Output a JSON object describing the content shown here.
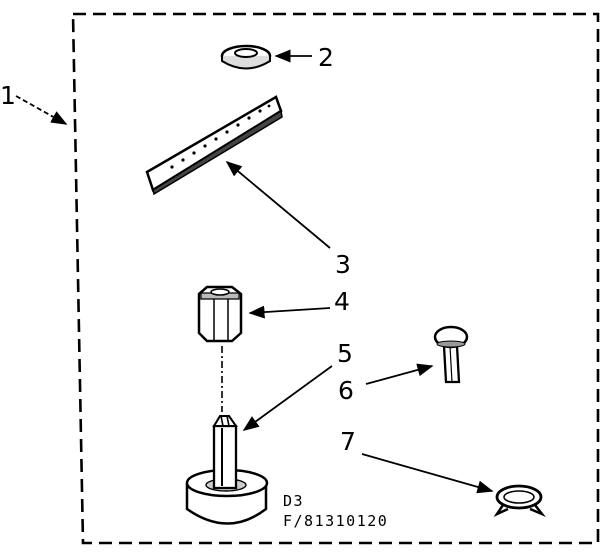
{
  "diagram": {
    "callouts": {
      "kit": "1",
      "washer": "2",
      "strap": "3",
      "nut": "4",
      "stud_foot": "5",
      "pin": "6",
      "clip": "7"
    },
    "code_line1": "D3",
    "code_line2": "F/81310120"
  }
}
